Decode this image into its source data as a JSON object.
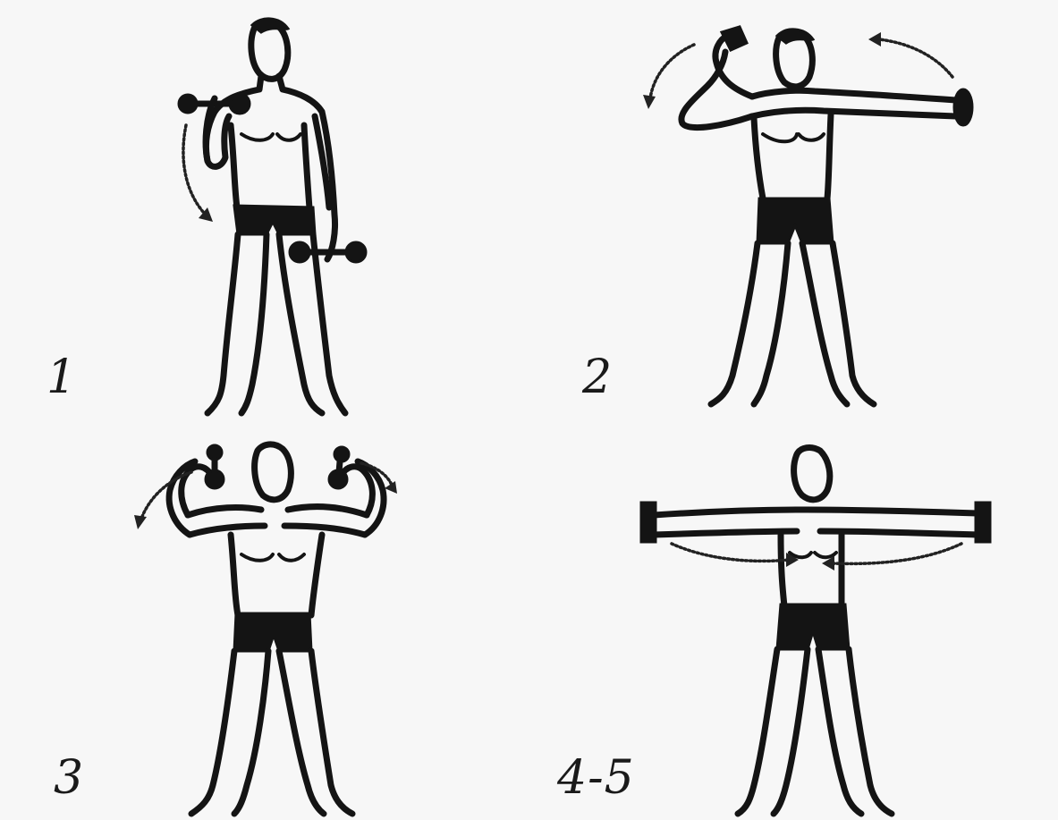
{
  "figure": {
    "panels": [
      {
        "label": "1",
        "icon": "dumbbell-curl-figure-icon"
      },
      {
        "label": "2",
        "icon": "dumbbell-arm-circle-figure-icon"
      },
      {
        "label": "3",
        "icon": "dumbbell-shoulder-press-figure-icon"
      },
      {
        "label": "4-5",
        "icon": "dumbbell-lateral-raise-figure-icon"
      }
    ]
  }
}
